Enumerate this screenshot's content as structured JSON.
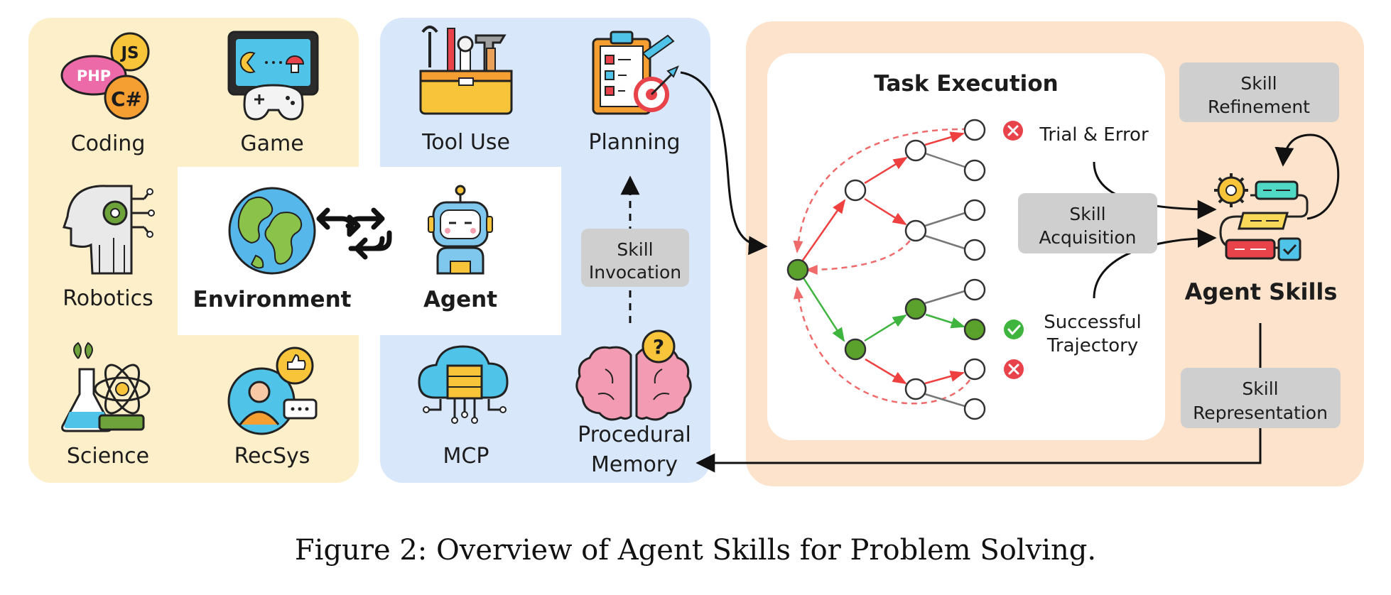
{
  "domains": {
    "coding": "Coding",
    "game": "Game",
    "robotics": "Robotics",
    "science": "Science",
    "recsys": "RecSys",
    "lang_js": "JS",
    "lang_php": "PHP",
    "lang_cs": "C#"
  },
  "center": {
    "environment": "Environment",
    "agent": "Agent"
  },
  "capabilities": {
    "tool_use": "Tool Use",
    "planning": "Planning",
    "mcp": "MCP",
    "procedural_memory_1": "Procedural",
    "procedural_memory_2": "Memory",
    "skill_invocation_1": "Skill",
    "skill_invocation_2": "Invocation"
  },
  "task": {
    "title": "Task Execution",
    "trial_error": "Trial & Error",
    "successful_1": "Successful",
    "successful_2": "Trajectory",
    "acquisition_1": "Skill",
    "acquisition_2": "Acquisition"
  },
  "skills": {
    "title": "Agent Skills",
    "refinement_1": "Skill",
    "refinement_2": "Refinement",
    "representation_1": "Skill",
    "representation_2": "Representation"
  },
  "caption": "Figure 2: Overview of Agent Skills for Problem Solving.",
  "colors": {
    "yellow_panel": "#fdefc9",
    "blue_panel": "#d9e7fb",
    "orange_panel": "#fde3cc",
    "gray_box": "#cfcfcf",
    "success": "#3fb43f",
    "failure": "#e8424b",
    "node_green": "#5aa22c"
  }
}
